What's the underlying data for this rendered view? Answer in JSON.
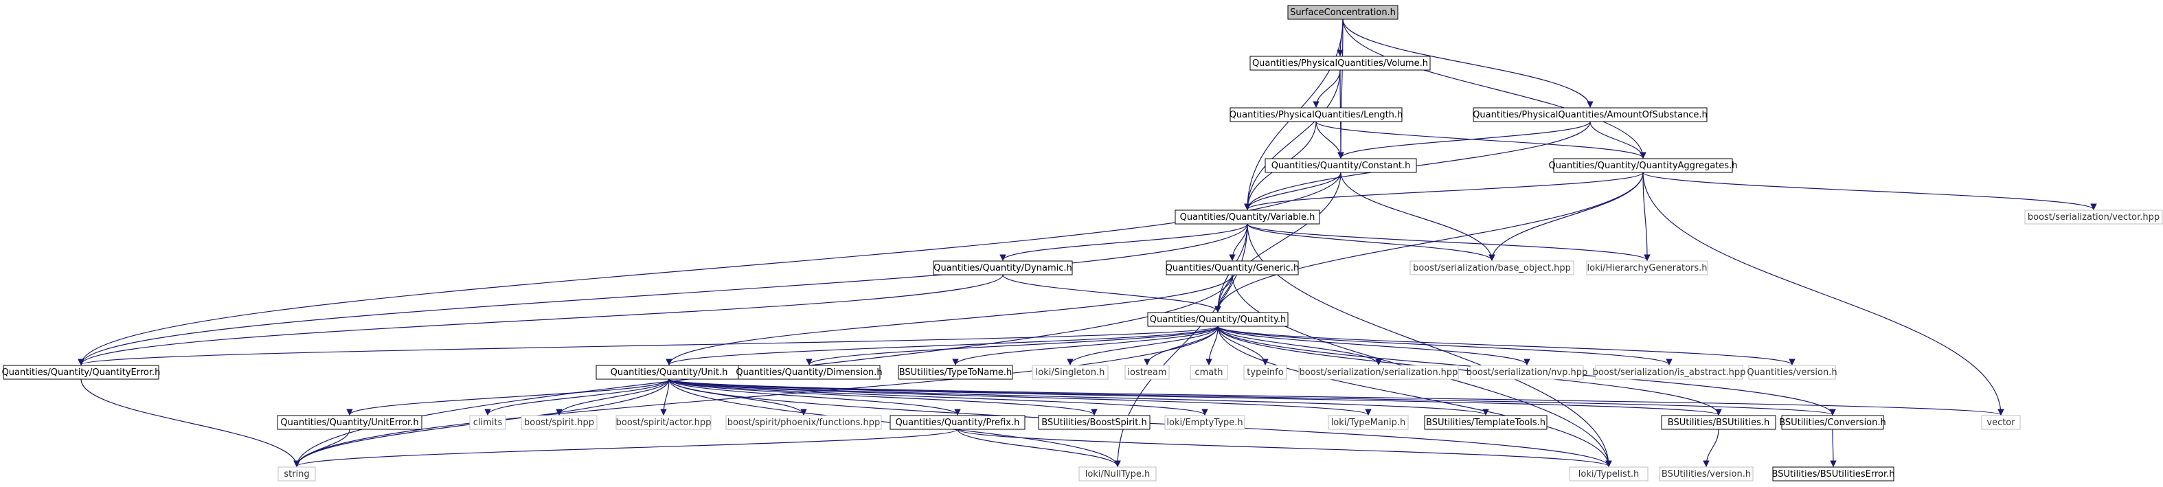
{
  "diagram": {
    "type": "include-dependency-graph",
    "nodes": [
      {
        "id": "n0",
        "label": "SurfaceConcentration.h",
        "style": "root"
      },
      {
        "id": "n1",
        "label": "Quantities/PhysicalQuantities/Volume.h",
        "style": "doc"
      },
      {
        "id": "n2",
        "label": "Quantities/PhysicalQuantities/Length.h",
        "style": "doc"
      },
      {
        "id": "n3",
        "label": "Quantities/PhysicalQuantities/AmountOfSubstance.h",
        "style": "doc"
      },
      {
        "id": "n4",
        "label": "Quantities/Quantity/Constant.h",
        "style": "doc"
      },
      {
        "id": "n5",
        "label": "Quantities/Quantity/QuantityAggregates.h",
        "style": "doc"
      },
      {
        "id": "n6",
        "label": "boost/serialization/vector.hpp",
        "style": "ext"
      },
      {
        "id": "n7",
        "label": "Quantities/Quantity/Variable.h",
        "style": "doc"
      },
      {
        "id": "n8",
        "label": "boost/serialization/base_object.hpp",
        "style": "ext"
      },
      {
        "id": "n9",
        "label": "loki/HierarchyGenerators.h",
        "style": "ext"
      },
      {
        "id": "n10",
        "label": "Quantities/Quantity/Dynamic.h",
        "style": "doc"
      },
      {
        "id": "n11",
        "label": "Quantities/Quantity/Generic.h",
        "style": "doc"
      },
      {
        "id": "n12",
        "label": "Quantities/Quantity/Quantity.h",
        "style": "doc"
      },
      {
        "id": "n13",
        "label": "Quantities/Quantity/QuantityError.h",
        "style": "doc"
      },
      {
        "id": "n14",
        "label": "Quantities/Quantity/Unit.h",
        "style": "doc"
      },
      {
        "id": "n15",
        "label": "Quantities/Quantity/Dimension.h",
        "style": "doc"
      },
      {
        "id": "n16",
        "label": "BSUtilities/TypeToName.h",
        "style": "doc"
      },
      {
        "id": "n17",
        "label": "loki/Singleton.h",
        "style": "ext"
      },
      {
        "id": "n18",
        "label": "iostream",
        "style": "ext"
      },
      {
        "id": "n19",
        "label": "cmath",
        "style": "ext"
      },
      {
        "id": "n20",
        "label": "typeinfo",
        "style": "ext"
      },
      {
        "id": "n21",
        "label": "boost/serialization/serialization.hpp",
        "style": "ext"
      },
      {
        "id": "n22",
        "label": "boost/serialization/nvp.hpp",
        "style": "ext"
      },
      {
        "id": "n23",
        "label": "boost/serialization/is_abstract.hpp",
        "style": "ext"
      },
      {
        "id": "n24",
        "label": "Quantities/version.h",
        "style": "ext"
      },
      {
        "id": "n25",
        "label": "Quantities/Quantity/UnitError.h",
        "style": "doc"
      },
      {
        "id": "n26",
        "label": "climits",
        "style": "ext"
      },
      {
        "id": "n27",
        "label": "boost/spirit.hpp",
        "style": "ext"
      },
      {
        "id": "n28",
        "label": "boost/spirit/actor.hpp",
        "style": "ext"
      },
      {
        "id": "n29",
        "label": "boost/spirit/phoenix/functions.hpp",
        "style": "ext"
      },
      {
        "id": "n30",
        "label": "Quantities/Quantity/Prefix.h",
        "style": "doc"
      },
      {
        "id": "n31",
        "label": "BSUtilities/BoostSpirit.h",
        "style": "doc"
      },
      {
        "id": "n32",
        "label": "loki/EmptyType.h",
        "style": "ext"
      },
      {
        "id": "n33",
        "label": "loki/TypeManip.h",
        "style": "ext"
      },
      {
        "id": "n34",
        "label": "BSUtilities/TemplateTools.h",
        "style": "doc"
      },
      {
        "id": "n35",
        "label": "BSUtilities/BSUtilities.h",
        "style": "doc"
      },
      {
        "id": "n36",
        "label": "BSUtilities/Conversion.h",
        "style": "doc"
      },
      {
        "id": "n37",
        "label": "vector",
        "style": "ext"
      },
      {
        "id": "n38",
        "label": "string",
        "style": "ext"
      },
      {
        "id": "n39",
        "label": "loki/NullType.h",
        "style": "ext"
      },
      {
        "id": "n40",
        "label": "loki/Typelist.h",
        "style": "ext"
      },
      {
        "id": "n41",
        "label": "BSUtilities/version.h",
        "style": "ext"
      },
      {
        "id": "n42",
        "label": "BSUtilities/BSUtilitiesError.h",
        "style": "doc"
      }
    ],
    "edges": [
      [
        "n0",
        "n1"
      ],
      [
        "n0",
        "n3"
      ],
      [
        "n0",
        "n5"
      ],
      [
        "n0",
        "n7"
      ],
      [
        "n0",
        "n4"
      ],
      [
        "n1",
        "n2"
      ],
      [
        "n1",
        "n7"
      ],
      [
        "n1",
        "n4"
      ],
      [
        "n2",
        "n7"
      ],
      [
        "n2",
        "n4"
      ],
      [
        "n2",
        "n5"
      ],
      [
        "n3",
        "n7"
      ],
      [
        "n3",
        "n4"
      ],
      [
        "n3",
        "n5"
      ],
      [
        "n4",
        "n7"
      ],
      [
        "n4",
        "n12"
      ],
      [
        "n4",
        "n13"
      ],
      [
        "n4",
        "n8"
      ],
      [
        "n5",
        "n7"
      ],
      [
        "n5",
        "n12"
      ],
      [
        "n5",
        "n6"
      ],
      [
        "n5",
        "n8"
      ],
      [
        "n5",
        "n9"
      ],
      [
        "n5",
        "n37"
      ],
      [
        "n7",
        "n10"
      ],
      [
        "n7",
        "n11"
      ],
      [
        "n7",
        "n12"
      ],
      [
        "n7",
        "n13"
      ],
      [
        "n7",
        "n8"
      ],
      [
        "n7",
        "n9"
      ],
      [
        "n7",
        "n39"
      ],
      [
        "n7",
        "n40"
      ],
      [
        "n10",
        "n12"
      ],
      [
        "n10",
        "n13"
      ],
      [
        "n11",
        "n12"
      ],
      [
        "n11",
        "n14"
      ],
      [
        "n11",
        "n38"
      ],
      [
        "n11",
        "n40"
      ],
      [
        "n12",
        "n13"
      ],
      [
        "n12",
        "n14"
      ],
      [
        "n12",
        "n15"
      ],
      [
        "n12",
        "n16"
      ],
      [
        "n12",
        "n17"
      ],
      [
        "n12",
        "n18"
      ],
      [
        "n12",
        "n19"
      ],
      [
        "n12",
        "n20"
      ],
      [
        "n12",
        "n21"
      ],
      [
        "n12",
        "n22"
      ],
      [
        "n12",
        "n23"
      ],
      [
        "n12",
        "n24"
      ],
      [
        "n12",
        "n35"
      ],
      [
        "n12",
        "n36"
      ],
      [
        "n12",
        "n38"
      ],
      [
        "n12",
        "n40"
      ],
      [
        "n14",
        "n25"
      ],
      [
        "n14",
        "n26"
      ],
      [
        "n14",
        "n27"
      ],
      [
        "n14",
        "n28"
      ],
      [
        "n14",
        "n29"
      ],
      [
        "n14",
        "n30"
      ],
      [
        "n14",
        "n31"
      ],
      [
        "n14",
        "n32"
      ],
      [
        "n14",
        "n33"
      ],
      [
        "n14",
        "n34"
      ],
      [
        "n14",
        "n35"
      ],
      [
        "n14",
        "n36"
      ],
      [
        "n14",
        "n37"
      ],
      [
        "n14",
        "n38"
      ],
      [
        "n14",
        "n39"
      ],
      [
        "n14",
        "n40"
      ],
      [
        "n13",
        "n38"
      ],
      [
        "n25",
        "n38"
      ],
      [
        "n30",
        "n38"
      ],
      [
        "n30",
        "n39"
      ],
      [
        "n30",
        "n40"
      ],
      [
        "n35",
        "n41"
      ],
      [
        "n36",
        "n42"
      ]
    ]
  }
}
